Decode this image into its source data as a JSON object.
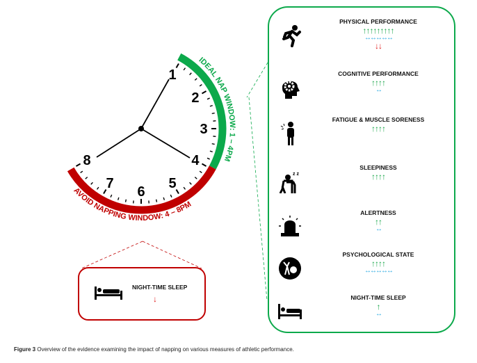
{
  "clock": {
    "numbers": [
      "1",
      "2",
      "3",
      "4",
      "5",
      "6",
      "7",
      "8"
    ],
    "ideal_label": "IDEAL NAP WINDOW: 1 – 4PM",
    "avoid_label": "AVOID NAPPING WINDOW: 4 – 8PM",
    "ideal_start_hour": 0.93,
    "ideal_end_hour": 3.95,
    "avoid_start_hour": 3.95,
    "avoid_end_hour": 8.0,
    "colors": {
      "ideal": "#0ca94b",
      "avoid": "#c00000"
    }
  },
  "avoid_box": {
    "title": "NIGHT-TIME SLEEP",
    "arrow": "↓"
  },
  "evidence": [
    {
      "title": "PHYSICAL PERFORMANCE",
      "icon": "runner-icon",
      "up": 9,
      "neutral": 5,
      "down": 2
    },
    {
      "title": "COGNITIVE PERFORMANCE",
      "icon": "brain-gear-icon",
      "up": 4,
      "neutral": 1,
      "down": 0
    },
    {
      "title": "FATIGUE & MUSCLE SORENESS",
      "icon": "sore-person-icon",
      "up": 4,
      "neutral": 0,
      "down": 0
    },
    {
      "title": "SLEEPINESS",
      "icon": "sleepy-person-icon",
      "up": 4,
      "neutral": 0,
      "down": 0
    },
    {
      "title": "ALERTNESS",
      "icon": "siren-icon",
      "up": 2,
      "neutral": 1,
      "down": 0
    },
    {
      "title": "PSYCHOLOGICAL STATE",
      "icon": "psychology-icon",
      "up": 4,
      "neutral": 5,
      "down": 0
    },
    {
      "title": "NIGHT-TIME SLEEP",
      "icon": "bed-icon",
      "up": 1,
      "neutral": 1,
      "down": 0
    }
  ],
  "caption": {
    "label": "Figure 3",
    "text": " Overview of the evidence examining the impact of napping on various measures of athletic performance."
  }
}
